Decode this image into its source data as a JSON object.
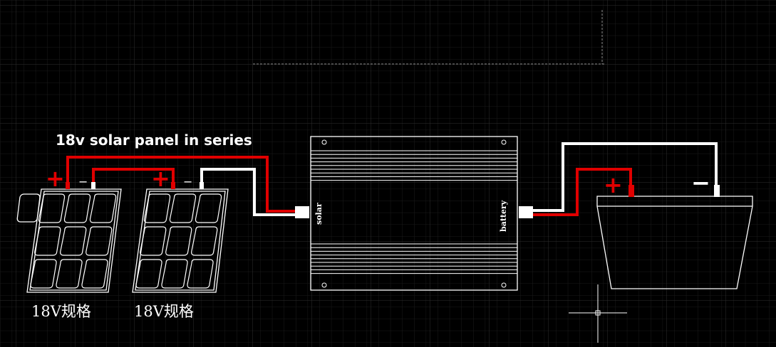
{
  "title": "18v solar panel in series",
  "panels": [
    {
      "label": "18V规格",
      "plus": "+",
      "minus": "−"
    },
    {
      "label": "18V规格",
      "plus": "+",
      "minus": "−"
    }
  ],
  "controller": {
    "solar_label": "solar",
    "battery_label": "battery"
  },
  "battery": {
    "plus": "+",
    "minus": "−"
  },
  "colors": {
    "background": "#000000",
    "grid_minor": "#1c1c1c",
    "grid_major": "#303030",
    "positive": "#e00000",
    "negative": "#ffffff"
  }
}
